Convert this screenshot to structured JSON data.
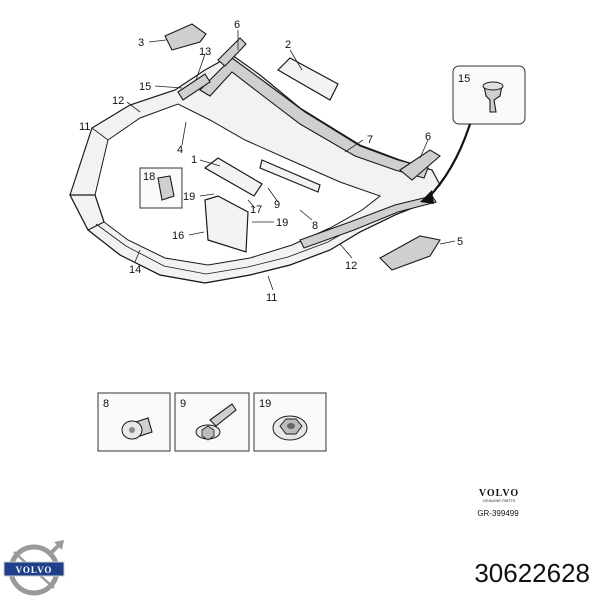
{
  "diagram": {
    "callouts": {
      "c1": "1",
      "c2": "2",
      "c3": "3",
      "c4": "4",
      "c5": "5",
      "c6a": "6",
      "c6b": "6",
      "c7": "7",
      "c8": "8",
      "c9": "9",
      "c11a": "11",
      "c11b": "11",
      "c12a": "12",
      "c12b": "12",
      "c13": "13",
      "c14": "14",
      "c15a": "15",
      "c15b": "15",
      "c16": "16",
      "c17": "17",
      "c18": "18",
      "c19a": "19",
      "c19b": "19"
    },
    "detail_boxes": [
      {
        "label": "8"
      },
      {
        "label": "9"
      },
      {
        "label": "19"
      }
    ],
    "inset_label": "15"
  },
  "reference": {
    "brand": "VOLVO",
    "sub": "GENUINE PARTS",
    "code": "GR-399499"
  },
  "logo": {
    "brand": "VOLVO",
    "color": "#1f3f8a"
  },
  "part_number": "30622628"
}
